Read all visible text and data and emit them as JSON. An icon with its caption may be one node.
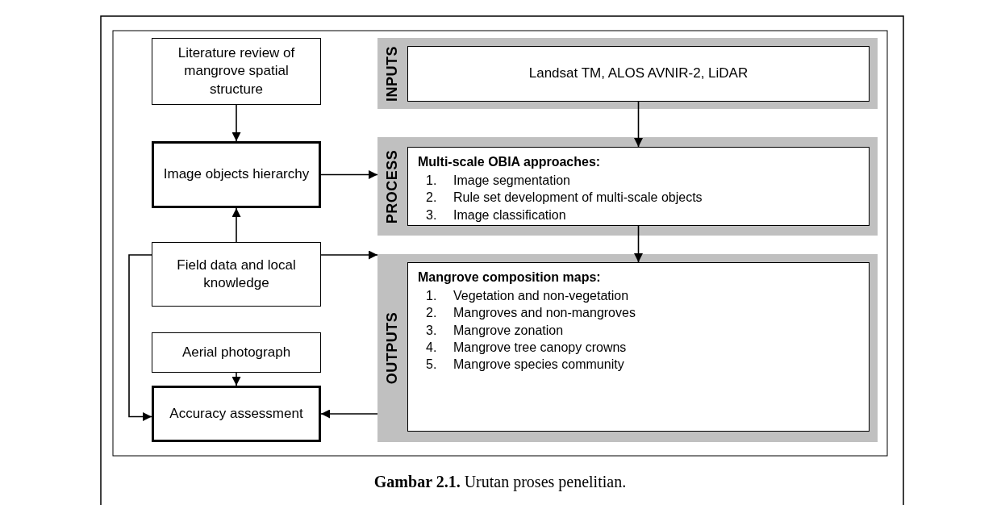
{
  "diagram": {
    "caption": "**Gambar 2.1.** Urutan proses penelitian.",
    "nodes": [
      {
        "text": [
          "Literature review of mangrove spatial structure"
        ]
      },
      {
        "text": [
          "Image objects hierarchy"
        ]
      },
      {
        "text": [
          "Field data and local knowledge"
        ]
      },
      {
        "text": [
          "Aerial photograph"
        ]
      },
      {
        "text": [
          "Accuracy assessment"
        ]
      },
      {
        "text": [
          "INPUTS"
        ]
      },
      {
        "text": [
          "Landsat TM, ALOS AVNIR-2, LiDAR"
        ],
        "in": 5
      },
      {
        "text": [
          "PROCESS"
        ]
      },
      {
        "text": [
          "Multi-scale OBIA approaches:",
          "1.",
          "Image segmentation",
          "2.",
          "Rule set development of multi-scale objects",
          "3.",
          "Image classification"
        ],
        "in": 7
      },
      {
        "text": [
          "OUTPUTS"
        ]
      },
      {
        "text": [
          "Mangrove composition maps:",
          "1.",
          "Vegetation and non-vegetation",
          "2.",
          "Mangroves and non-mangroves",
          "3.",
          "Mangrove zonation",
          "4.",
          "Mangrove tree canopy crowns",
          "5.",
          "Mangrove species community"
        ],
        "in": 9
      }
    ],
    "edges": [
      {
        "from": 0,
        "to": 1,
        "arrow": "to"
      },
      {
        "from": 2,
        "to": 1,
        "arrow": "to"
      },
      {
        "from": 1,
        "to": 7,
        "arrow": "to"
      },
      {
        "from": 2,
        "to": 7,
        "arrow": "to"
      },
      {
        "from": 6,
        "to": 8,
        "arrow": "to"
      },
      {
        "from": 8,
        "to": 10,
        "arrow": "to"
      },
      {
        "from": 3,
        "to": 4,
        "arrow": "to"
      },
      {
        "from": 2,
        "to": 4,
        "arrow": "to"
      },
      {
        "from": 9,
        "to": 4,
        "arrow": "to"
      }
    ]
  }
}
